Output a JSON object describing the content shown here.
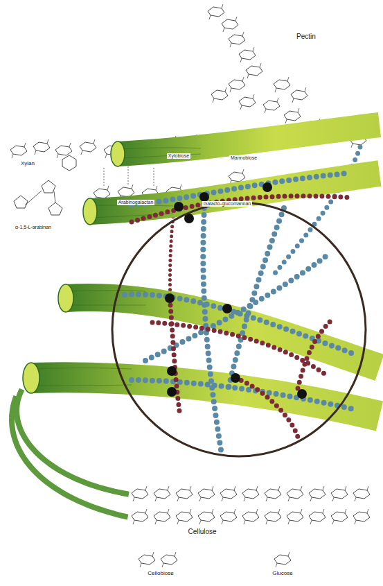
{
  "diagram": {
    "labels": [
      "Pectin",
      "Xylan",
      "Xylobiose",
      "Mannobiose",
      "α-1,5-L-arabinan",
      "Arabinogalactan",
      "Galacto-glucomannan",
      "Cellulose",
      "Cellobiose",
      "Glucose"
    ]
  }
}
